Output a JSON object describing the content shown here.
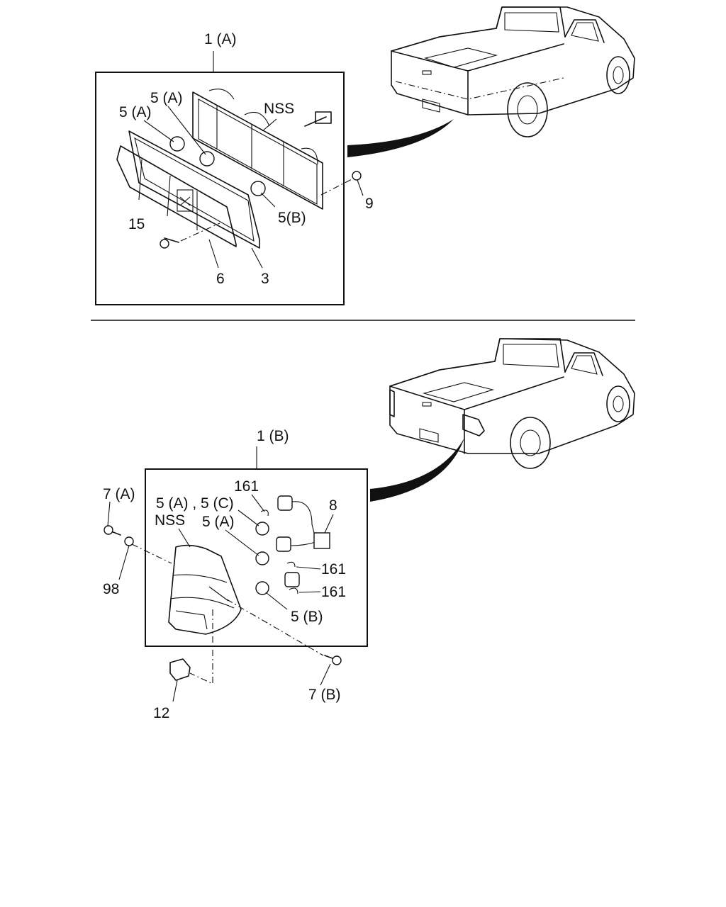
{
  "top_assembly": {
    "assembly_label": "1 (A)",
    "callouts": {
      "bulb_a_upper": "5 (A)",
      "bulb_a_left": "5 (A)",
      "nss": "NSS",
      "nut": "9",
      "bulb_b": "5(B)",
      "screw": "15",
      "lens": "6",
      "gasket": "3"
    }
  },
  "bottom_assembly": {
    "assembly_label": "1 (B)",
    "callouts": {
      "bolt_a": "7 (A)",
      "washer": "98",
      "bulb_ac": "5 (A) , 5 (C)",
      "nss": "NSS",
      "clip_top": "161",
      "bulb_a": "5 (A)",
      "connector": "8",
      "clip_mid": "161",
      "clip_low": "161",
      "bulb_b": "5 (B)",
      "bolt_b": "7 (B)",
      "nut_clip": "12"
    }
  }
}
